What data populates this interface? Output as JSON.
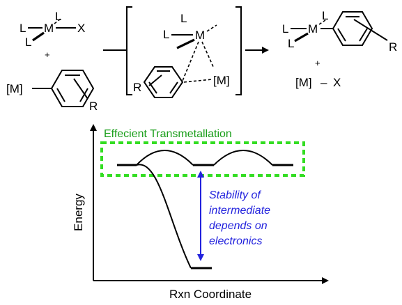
{
  "scheme": {
    "reactant_complex": {
      "ligand_top": "L",
      "ligand_left": "L",
      "ligand_lower": "L",
      "metal": "M",
      "halide": "X"
    },
    "plus_top": "+",
    "aryl_reagent": {
      "metal_group": "[M]",
      "substituent": "R"
    },
    "transition_state": {
      "ligand_top": "L",
      "ligand_left": "L",
      "metal": "M",
      "substituent": "R",
      "metal_group": "[M]"
    },
    "product_complex": {
      "ligand_top": "L",
      "ligand_left": "L",
      "ligand_lower": "L",
      "metal": "M",
      "substituent": "R"
    },
    "plus_bottom": "+",
    "byproduct": {
      "metal_group": "[M]",
      "dash": "–",
      "halide": "X"
    }
  },
  "energy_diagram": {
    "box_label": "Effecient Transmetallation",
    "annotation_lines": [
      "Stability of",
      "intermediate",
      "depends on",
      "electronics"
    ],
    "ylabel": "Energy",
    "xlabel": "Rxn Coordinate",
    "colors": {
      "box": "#33dd22",
      "box_label": "#1a9e1a",
      "annotation": "#2222dd",
      "arrow": "#2222dd"
    }
  }
}
